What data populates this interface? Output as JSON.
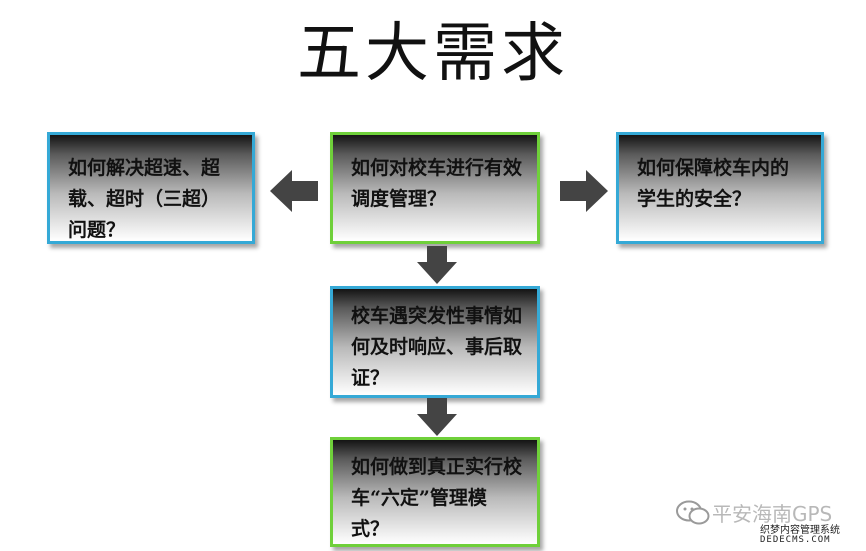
{
  "title": "五大需求",
  "boxes": {
    "center_top": "如何对校车进行有效调度管理？",
    "left": "如何解决超速、超载、超时（三超）问题？",
    "right": "如何保障校车内的学生的安全？",
    "middle": "校车遇突发性事情如何及时响应、事后取证？",
    "bottom": "如何做到真正实行校车“六定”管理模式？"
  },
  "watermark": {
    "brand": "平安海南GPS",
    "sub": "织梦内容管理系统",
    "url": "DEDECMS.COM"
  },
  "colors": {
    "blue_border": "#35a9d6",
    "green_border": "#6fd03a",
    "arrow": "#444444"
  }
}
